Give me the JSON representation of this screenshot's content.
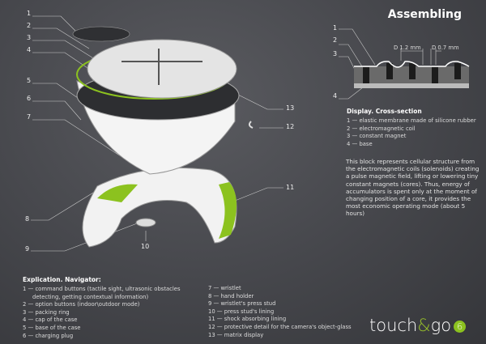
{
  "title": "Assembling",
  "callouts": [
    "1",
    "2",
    "3",
    "4",
    "5",
    "6",
    "7",
    "8",
    "9",
    "10",
    "11",
    "12",
    "13"
  ],
  "cross_section": {
    "callouts": [
      "1",
      "2",
      "3",
      "4"
    ],
    "dim1": "D 1.2 mm",
    "dim2": "D 0.7 mm",
    "heading": "Display. Cross-section",
    "items": [
      "1 — elastic membrane made of silicone rubber",
      "2 — electromagnetic coil",
      "3 — constant magnet",
      "4 — base"
    ]
  },
  "description": "This block represents cellular structure from the electromagnetic coils (solenoids) creating a pulse magnetic field, lifting or lowering tiny constant magnets (cores). Thus, energy of accumulators is spent only at the moment of changing position of a core, it provides the most economic operating mode (about 5 hours)",
  "navigator": {
    "heading": "Explication. Navigator:",
    "left": [
      "1 — command buttons (tactile sight, ultrasonic obstacles",
      "     detecting, getting contextual information)",
      "2 — option buttons (indoor\\outdoor mode)",
      "3 — packing ring",
      "4 — cap of the case",
      "5 — base of the case",
      "6 — charging plug"
    ],
    "right": [
      "7 — wristlet",
      "8 — hand holder",
      "9 — wristlet's press stud",
      "10 — press stud's lining",
      "11 — shock absorbing lining",
      "12 — protective detail for the camera's object-glass",
      "13 — matrix display"
    ]
  },
  "logo": {
    "word1": "touch",
    "amp": "&",
    "word2": "go",
    "badge": "6"
  },
  "colors": {
    "accent": "#8cc21f"
  }
}
